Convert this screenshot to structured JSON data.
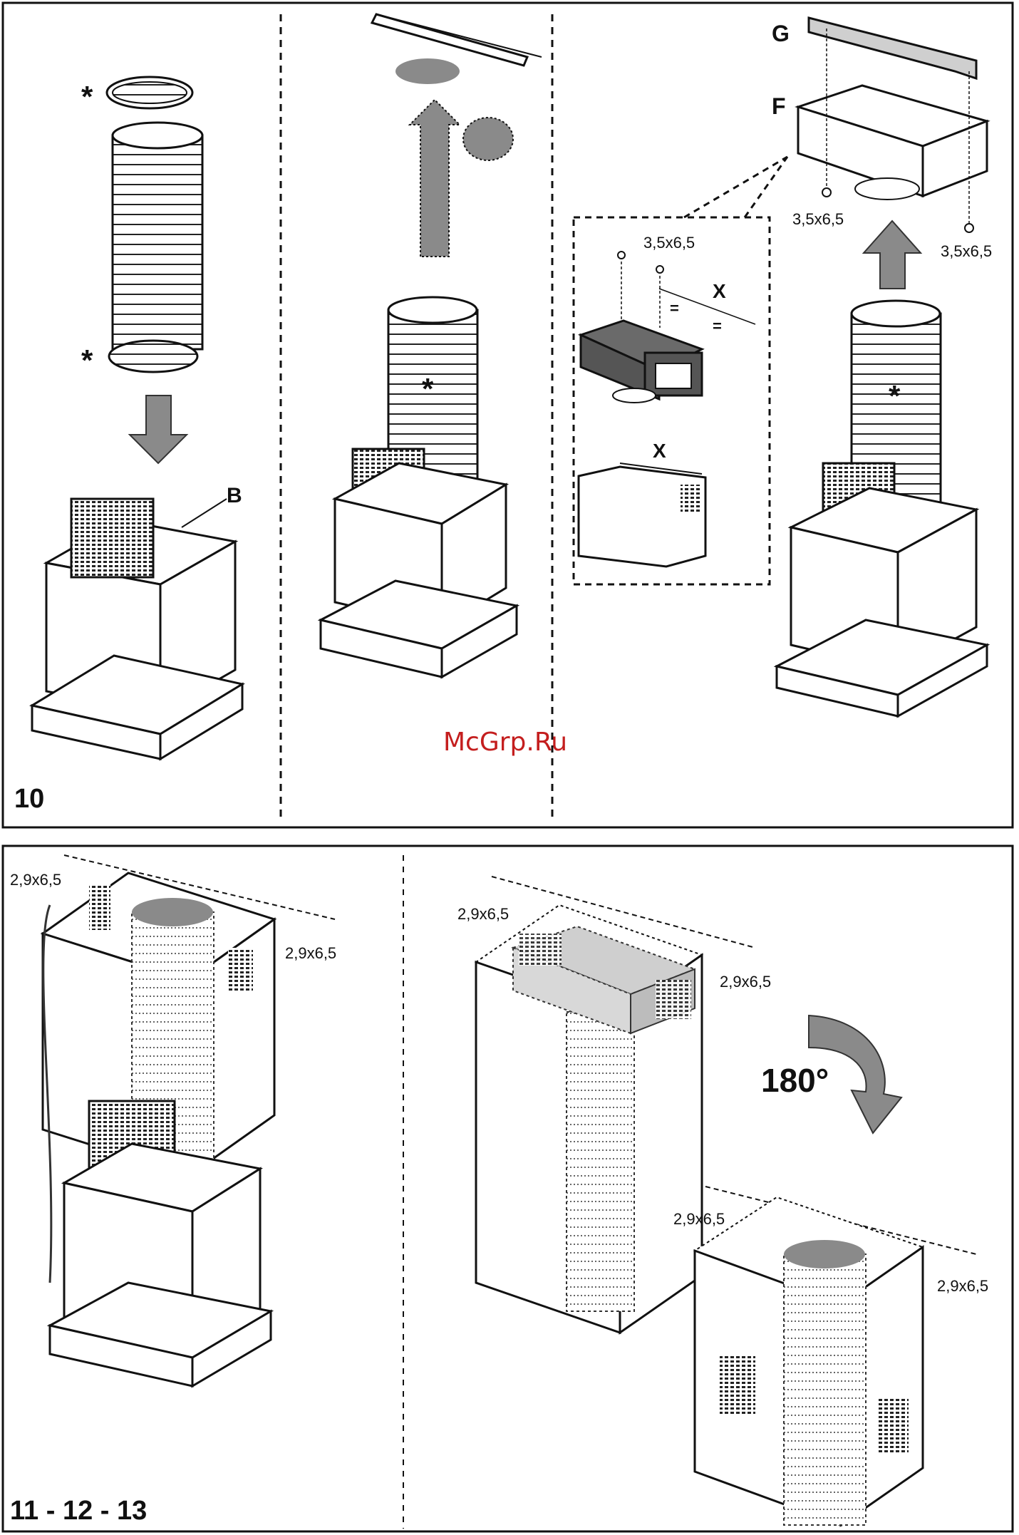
{
  "panel_top": {
    "figure_number": "10",
    "labels": {
      "b": "B",
      "g": "G",
      "f": "F",
      "x_top": "X",
      "x_bottom": "X",
      "equal": "="
    },
    "asterisk": "*",
    "screws": {
      "detail": "3,5x6,5",
      "left": "3,5x6,5",
      "right": "3,5x6,5"
    }
  },
  "panel_bottom": {
    "figure_number": "11 - 12 - 13",
    "rotation": "180°",
    "screws": [
      "2,9x6,5",
      "2,9x6,5",
      "2,9x6,5",
      "2,9x6,5",
      "2,9x6,5",
      "2,9x6,5"
    ]
  },
  "watermark": "McGrp.Ru",
  "colors": {
    "gray_fill": "#8a8a8a",
    "light_gray": "#cfcfcf",
    "ink": "#111111",
    "watermark": "#c41e1e"
  }
}
